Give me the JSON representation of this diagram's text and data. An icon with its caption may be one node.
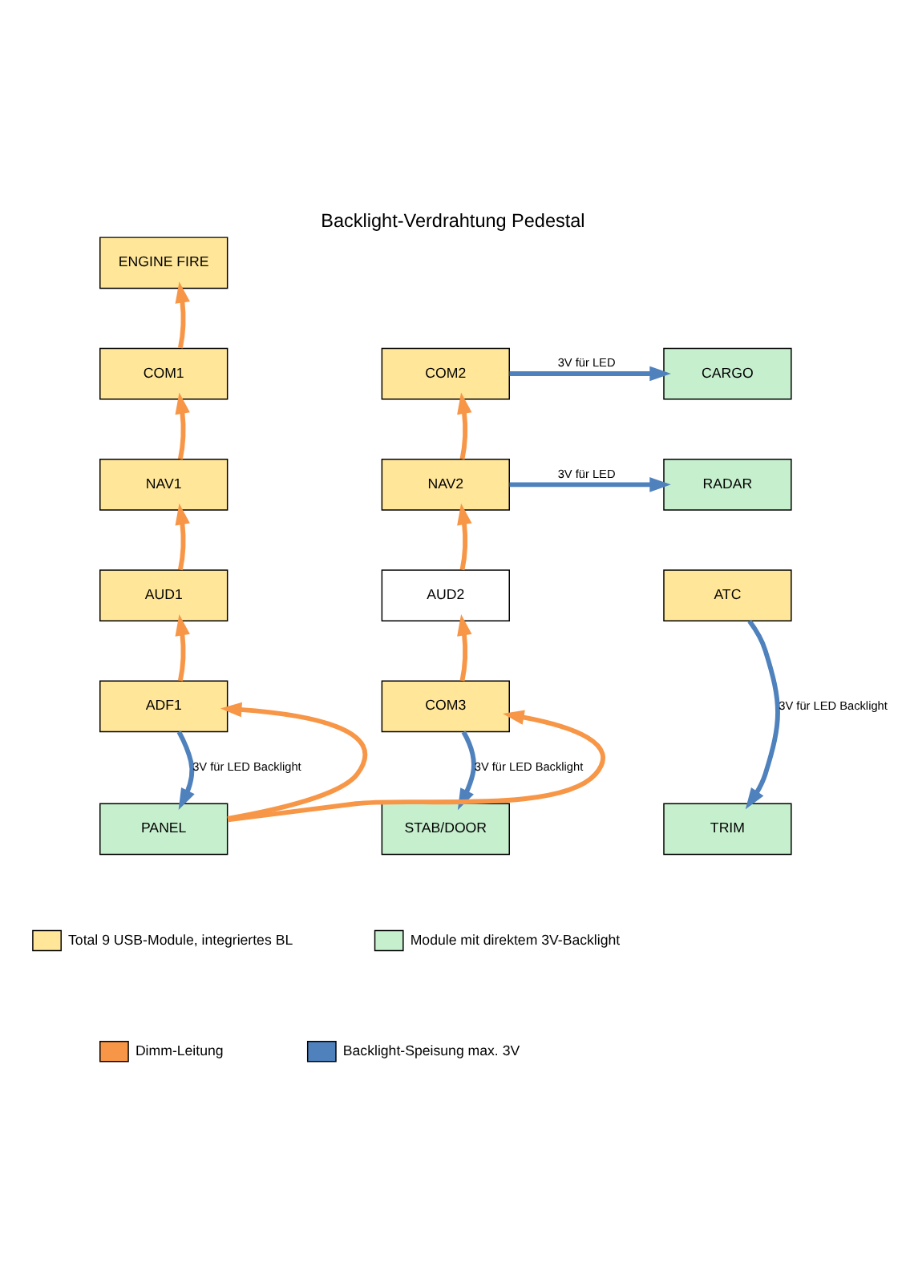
{
  "diagram": {
    "title": "Backlight-Verdrahtung Pedestal",
    "nodes": [
      {
        "text": [
          "ENGINE FIRE"
        ]
      },
      {
        "text": [
          "COM1"
        ]
      },
      {
        "text": [
          "CARGO"
        ]
      },
      {
        "text": [
          "COM2"
        ]
      },
      {
        "text": [
          "NAV1"
        ]
      },
      {
        "text": [
          "RADAR"
        ]
      },
      {
        "text": [
          "NAV2"
        ]
      },
      {
        "text": [
          "ATC"
        ]
      },
      {
        "text": [
          "AUD1"
        ]
      },
      {
        "text": [
          "AUD2"
        ]
      },
      {
        "text": [
          "ADF1"
        ]
      },
      {
        "text": [
          "COM3"
        ]
      },
      {
        "text": [
          "TRIM"
        ]
      },
      {
        "text": [
          "PANEL"
        ]
      },
      {
        "text": [
          "STAB/DOOR"
        ]
      }
    ],
    "edges": [
      {
        "from": 13,
        "to": 10,
        "arrow": "to"
      },
      {
        "from": 10,
        "to": 8,
        "arrow": "to"
      },
      {
        "from": 8,
        "to": 4,
        "arrow": "to"
      },
      {
        "from": 4,
        "to": 1,
        "arrow": "to"
      },
      {
        "from": 1,
        "to": 0,
        "arrow": "to"
      },
      {
        "from": 13,
        "to": 11,
        "arrow": "to"
      },
      {
        "from": 11,
        "to": 9,
        "arrow": "to"
      },
      {
        "from": 9,
        "to": 6,
        "arrow": "to"
      },
      {
        "from": 6,
        "to": 3,
        "arrow": "to"
      },
      {
        "from": 3,
        "to": 2,
        "arrow": "to",
        "label": "3V für LED",
        "color": "#4f81bd"
      },
      {
        "from": 6,
        "to": 5,
        "arrow": "to",
        "label": "3V für LED",
        "color": "#4f81bd"
      },
      {
        "from": 7,
        "to": 12,
        "arrow": "to",
        "label": "3V für LED Backlight",
        "color": "#4f81bd"
      },
      {
        "from": 10,
        "to": 13,
        "arrow": "to",
        "label": "3V für LED Backlight",
        "color": "#4f81bd"
      },
      {
        "from": 11,
        "to": 14,
        "arrow": "to",
        "label": "3V für LED Backlight",
        "color": "#4f81bd"
      }
    ],
    "legend": [
      {
        "text": "Total 9 USB-Module, integriertes BL",
        "color": "#ffe699"
      },
      {
        "text": "Module mit direktem 3V-Backlight",
        "color": "#c6efce"
      },
      {
        "text": "Dimm-Leitung",
        "color": "#f79646"
      },
      {
        "text": "Backlight-Speisung max. 3V",
        "color": "#4f81bd"
      }
    ]
  }
}
